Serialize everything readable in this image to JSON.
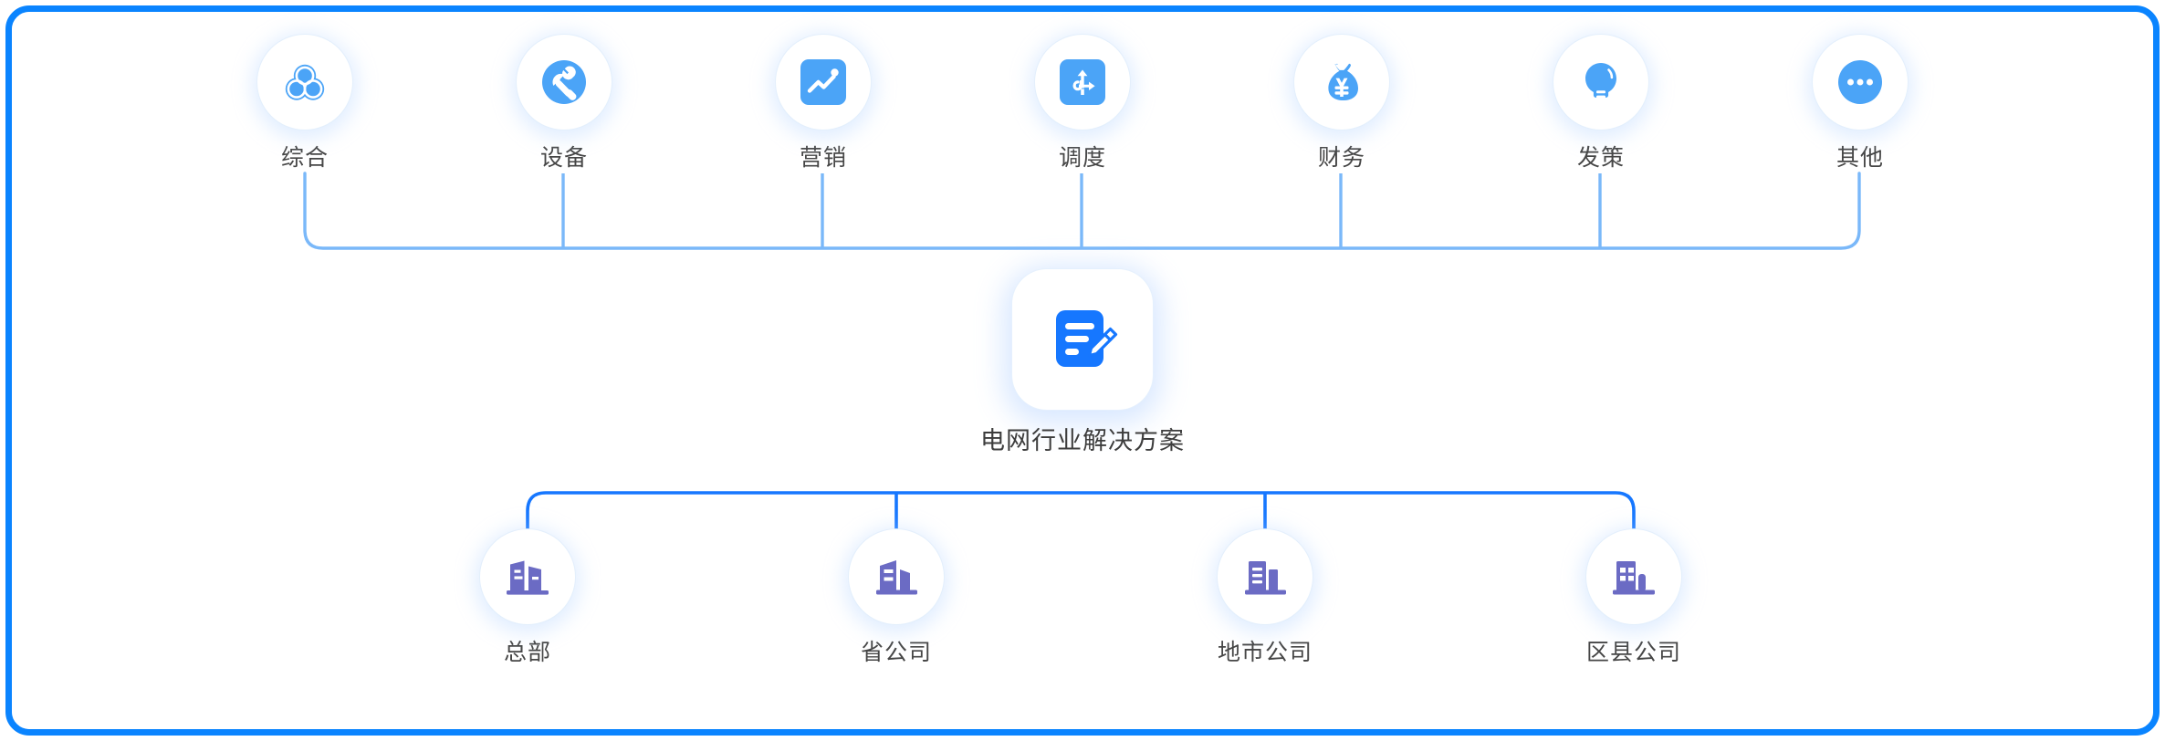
{
  "theme": {
    "frame_color": "#0a84ff",
    "top_icon_color": "#4ba4f7",
    "center_icon_color": "#1677ff",
    "bottom_icon_color": "#6b6bc4",
    "top_connector_color": "#7ab8f9",
    "bottom_connector_color": "#1677ff",
    "label_color": "#464646",
    "disc_background": "#ffffff"
  },
  "top_row": {
    "items": [
      {
        "label": "综合",
        "icon": "venn-circles-icon",
        "shape": "circle"
      },
      {
        "label": "设备",
        "icon": "wrench-icon",
        "shape": "circle"
      },
      {
        "label": "营销",
        "icon": "trend-chart-icon",
        "shape": "rounded-square"
      },
      {
        "label": "调度",
        "icon": "route-arrows-icon",
        "shape": "rounded-square"
      },
      {
        "label": "财务",
        "icon": "money-bag-yuan-icon",
        "shape": "glyph"
      },
      {
        "label": "发策",
        "icon": "lightbulb-icon",
        "shape": "glyph"
      },
      {
        "label": "其他",
        "icon": "ellipsis-circle-icon",
        "shape": "circle"
      }
    ]
  },
  "center": {
    "label": "电网行业解决方案",
    "icon": "document-edit-icon"
  },
  "bottom_row": {
    "items": [
      {
        "label": "总部",
        "icon": "headquarters-building-icon"
      },
      {
        "label": "省公司",
        "icon": "province-building-icon"
      },
      {
        "label": "地市公司",
        "icon": "city-building-icon"
      },
      {
        "label": "区县公司",
        "icon": "county-building-icon"
      }
    ]
  }
}
